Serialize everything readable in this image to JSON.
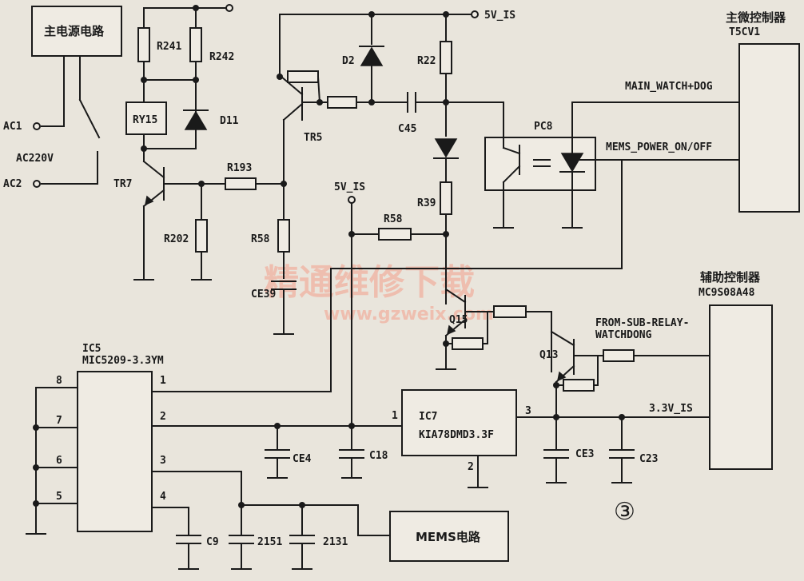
{
  "blocks": {
    "main_power": "主电源电路",
    "main_mcu_title": "主微控制器",
    "main_mcu_part": "T5CV1",
    "aux_mcu_title": "辅助控制器",
    "aux_mcu_part": "MC9S08A48",
    "ic5_name": "IC5",
    "ic5_part": "MIC5209-3.3YM",
    "ic7_name": "IC7",
    "ic7_part": "KIA78DMD3.3F",
    "mems": "MEMS电路"
  },
  "signals": {
    "ac1": "AC1",
    "ac2": "AC2",
    "ac220": "AC220V",
    "v5_top": "5V_IS",
    "v5_mid": "5V_IS",
    "main_watch": "MAIN_WATCH+DOG",
    "mems_power": "MEMS_POWER_ON/OFF",
    "from_sub_1": "FROM-SUB-RELAY-",
    "from_sub_2": "WATCHDONG",
    "v33": "3.3V_IS"
  },
  "components": {
    "r241": "R241",
    "r242": "R242",
    "ry15": "RY15",
    "d11": "D11",
    "tr7": "TR7",
    "r193": "R193",
    "r202": "R202",
    "r58a": "R58",
    "ce39": "CE39",
    "tr5": "TR5",
    "d2": "D2",
    "r22": "R22",
    "c45": "C45",
    "pc8": "PC8",
    "r39": "R39",
    "r58b": "R58",
    "q15": "Q15",
    "q13": "Q13",
    "ce4": "CE4",
    "c18": "C18",
    "ce3": "CE3",
    "c23": "C23",
    "c9": "C9",
    "c2151": "2151",
    "c2131": "2131"
  },
  "pins": {
    "ic5_p1": "1",
    "ic5_p2": "2",
    "ic5_p3": "3",
    "ic5_p4": "4",
    "ic5_p5": "5",
    "ic5_p6": "6",
    "ic5_p7": "7",
    "ic5_p8": "8",
    "ic7_p1": "1",
    "ic7_p2": "2",
    "ic7_p3": "3"
  },
  "watermark": {
    "cn": "精通维修下载",
    "url": "www.gzweix.com"
  },
  "figure_number": "③"
}
